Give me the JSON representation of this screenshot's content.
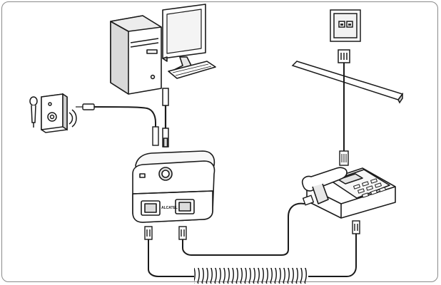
{
  "diagram": {
    "device_label": "ALCATEL",
    "stroke_color": "#1a1a1a",
    "cable_color": "#111111",
    "frame_color": "#8a8a8a",
    "icons": [
      "desktop-computer",
      "microphone",
      "speaker",
      "wall-phone-jack",
      "interface-box",
      "desk-telephone",
      "coiled-handset-cord",
      "phone-line-connector"
    ]
  }
}
